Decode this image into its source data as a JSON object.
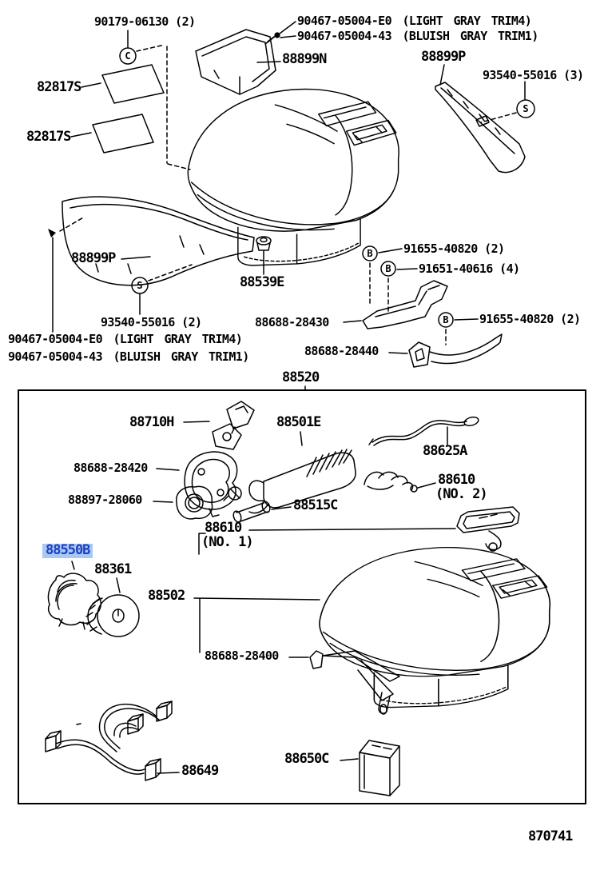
{
  "meta": {
    "assembly_code": "88520",
    "selected_part": "88550B",
    "diagram_code": "870741"
  },
  "theme": {
    "page_bg": "#ffffff",
    "line_color": "#000000",
    "highlight_bg": "#a9c9f2",
    "highlight_text": "#1d3fc4"
  },
  "labels": [
    {
      "id": "90179-06130",
      "text": "90179-06130 (2)"
    },
    {
      "id": "90467-05004-E0-top",
      "text": "90467-05004-E0 (LIGHT GRAY TRIM4)"
    },
    {
      "id": "90467-05004-43-top",
      "text": "90467-05004-43 (BLUISH GRAY TRIM1)"
    },
    {
      "id": "88899N",
      "text": "88899N"
    },
    {
      "id": "88899P-right",
      "text": "88899P"
    },
    {
      "id": "93540-55016-3",
      "text": "93540-55016 (3)"
    },
    {
      "id": "82817S-1",
      "text": "82817S"
    },
    {
      "id": "82817S-2",
      "text": "82817S"
    },
    {
      "id": "88899P-left",
      "text": "88899P"
    },
    {
      "id": "88539E",
      "text": "88539E"
    },
    {
      "id": "91655-40820-a",
      "text": "91655-40820 (2)"
    },
    {
      "id": "91651-40616",
      "text": "91651-40616 (4)"
    },
    {
      "id": "93540-55016-2",
      "text": "93540-55016 (2)"
    },
    {
      "id": "88688-28430",
      "text": "88688-28430"
    },
    {
      "id": "91655-40820-b",
      "text": "91655-40820 (2)"
    },
    {
      "id": "90467-05004-E0-bot",
      "text": "90467-05004-E0 (LIGHT GRAY TRIM4)"
    },
    {
      "id": "90467-05004-43-bot",
      "text": "90467-05004-43 (BLUISH GRAY TRIM1)"
    },
    {
      "id": "88688-28440",
      "text": "88688-28440"
    },
    {
      "id": "88520",
      "text": "88520"
    },
    {
      "id": "88710H",
      "text": "88710H"
    },
    {
      "id": "88501E",
      "text": "88501E"
    },
    {
      "id": "88688-28420",
      "text": "88688-28420"
    },
    {
      "id": "88625A",
      "text": "88625A"
    },
    {
      "id": "88610-no2",
      "text": "88610"
    },
    {
      "id": "88610-no2-sub",
      "text": "(NO. 2)"
    },
    {
      "id": "88897-28060",
      "text": "88897-28060"
    },
    {
      "id": "88515C",
      "text": "88515C"
    },
    {
      "id": "88610-no1",
      "text": "88610"
    },
    {
      "id": "88610-no1-sub",
      "text": "(NO. 1)"
    },
    {
      "id": "88550B",
      "text": "88550B"
    },
    {
      "id": "88361",
      "text": "88361"
    },
    {
      "id": "88502",
      "text": "88502"
    },
    {
      "id": "88688-28400",
      "text": "88688-28400"
    },
    {
      "id": "88649",
      "text": "88649"
    },
    {
      "id": "88650C",
      "text": "88650C"
    },
    {
      "id": "870741",
      "text": "870741"
    }
  ],
  "fasteners": [
    {
      "letter": "C"
    },
    {
      "letter": "S"
    },
    {
      "letter": "B"
    },
    {
      "letter": "B"
    },
    {
      "letter": "B"
    },
    {
      "letter": "S"
    }
  ]
}
